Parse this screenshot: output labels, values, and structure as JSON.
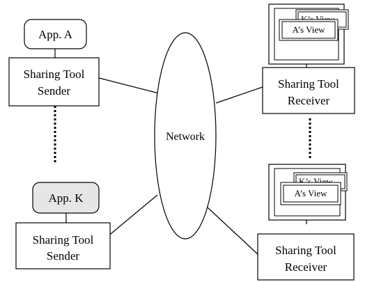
{
  "diagram": {
    "app_a": "App. A",
    "app_k": "App. K",
    "sender_top": [
      "Sharing Tool",
      "Sender"
    ],
    "sender_bottom": [
      "Sharing Tool",
      "Sender"
    ],
    "receiver_top": [
      "Sharing Tool",
      "Receiver"
    ],
    "receiver_bottom": [
      "Sharing Tool",
      "Receiver"
    ],
    "network": "Network",
    "view_back": "K’s View",
    "view_front": "A’s View",
    "colors": {
      "stroke": "#000000",
      "app_k_fill": "#e6e6e6",
      "background": "#ffffff"
    }
  }
}
